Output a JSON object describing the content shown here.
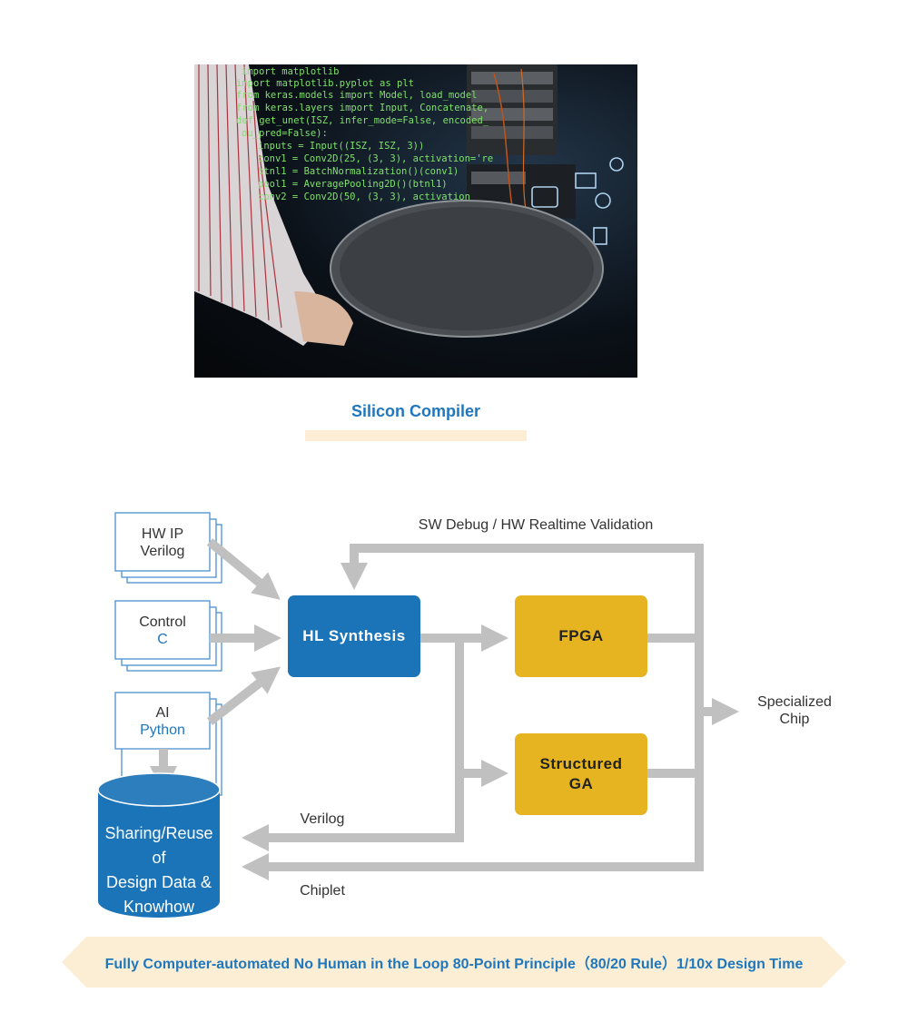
{
  "photo": {
    "code_lines": [
      "import matplotlib",
      "import matplotlib.pyplot as plt",
      "from keras.models import Model, load_model",
      "from keras.layers import Input, Concatenate,",
      "def get_unet(ISZ, infer_mode=False, encoded_",
      "ou_pred=False):",
      "  inputs = Input((ISZ, ISZ, 3))",
      "  conv1 = Conv2D(25, (3, 3), activation='re",
      "  btnl1 = BatchNormalization()(conv1)",
      "  pool1 = AveragePooling2D()(btnl1)",
      "  conv2 = Conv2D(50, (3, 3), activation"
    ]
  },
  "caption": "Silicon Compiler",
  "inputs": {
    "hwip_line1": "HW IP",
    "hwip_line2": "Verilog",
    "control_line1": "Control",
    "control_line2": "C",
    "ai_line1": "AI",
    "ai_line2": "Python"
  },
  "boxes": {
    "hls": "HL Synthesis",
    "fpga": "FPGA",
    "sga_line1": "Structured",
    "sga_line2": "GA"
  },
  "labels": {
    "feedback": "SW Debug / HW Realtime Validation",
    "output_line1": "Specialized",
    "output_line2": "Chip",
    "verilog": "Verilog",
    "chiplet": "Chiplet"
  },
  "database": {
    "line1": "Sharing/Reuse of",
    "line2": "Design Data &",
    "line3": "Knowhow"
  },
  "banner": "Fully Computer-automated No Human in the Loop 80-Point Principle（80/20 Rule）1/10x Design Time",
  "colors": {
    "blue": "#1b74b8",
    "gold": "#e5b420",
    "arrow_gray": "#c0c0c0",
    "banner_bg": "#fbeed4",
    "text_blue": "#1f77bd"
  }
}
